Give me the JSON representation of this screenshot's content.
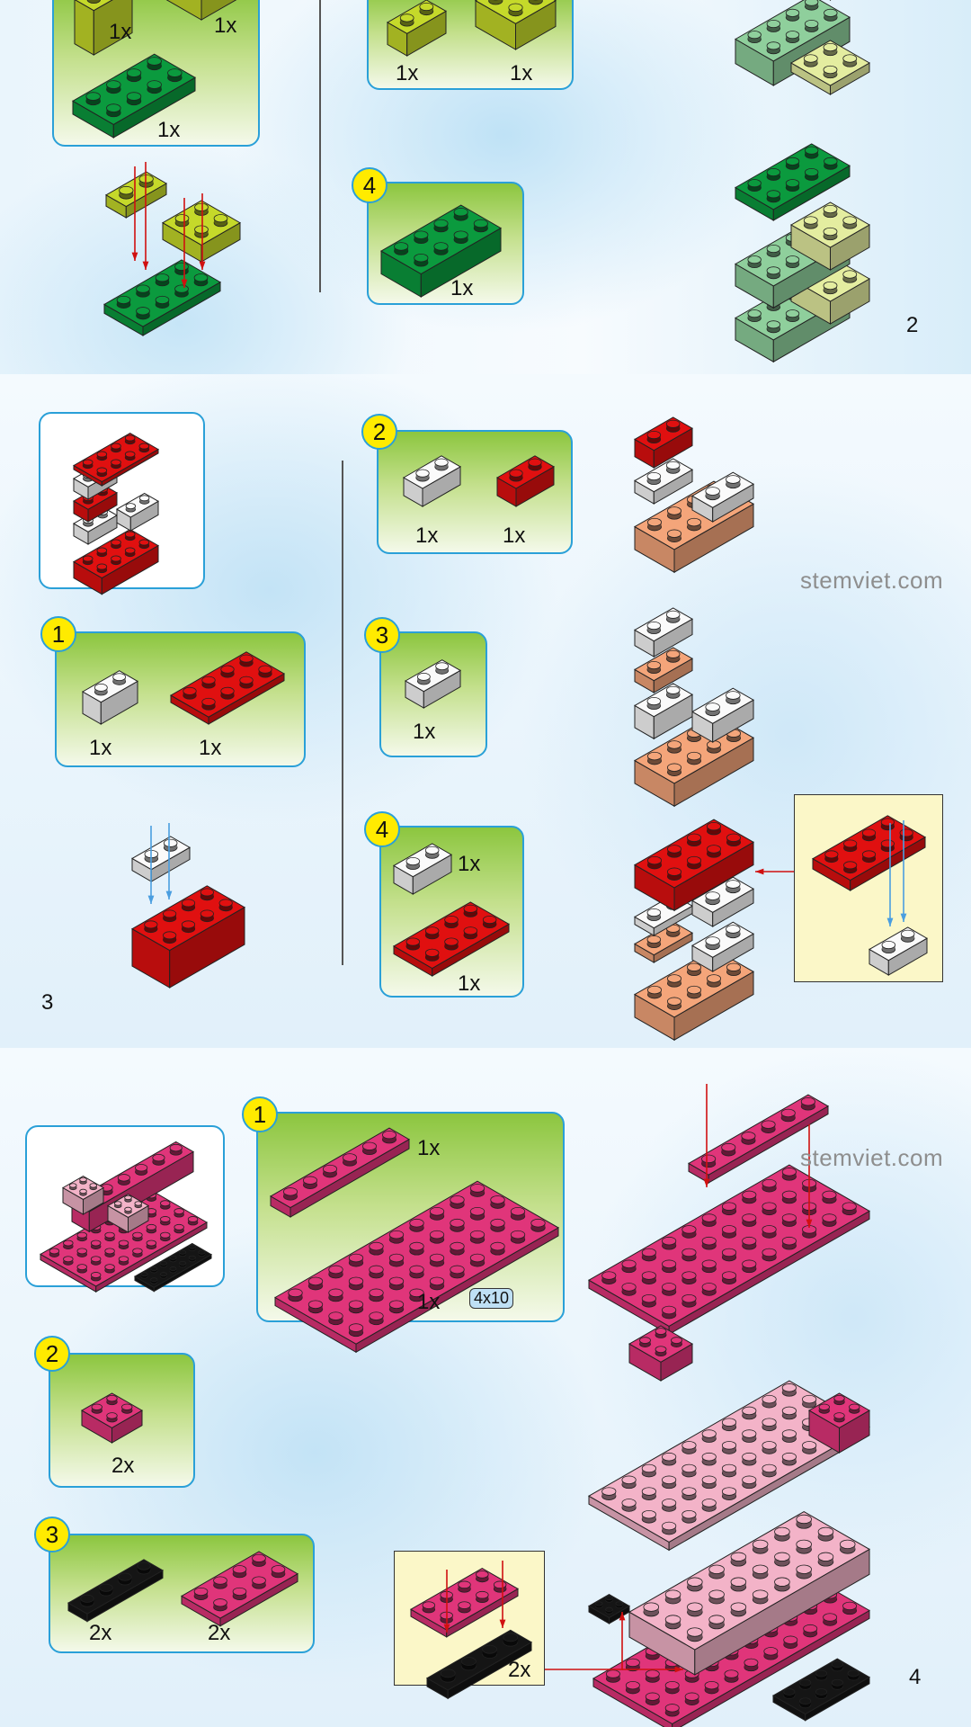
{
  "palette": {
    "green": "#0b9a3e",
    "lime": "#c5d92a",
    "palegreen": "#8fcf9c",
    "palelime": "#e4eda0",
    "red": "#e01010",
    "white": "#fafafa",
    "salmon": "#f4a57a",
    "pink": "#e0357a",
    "lightpink": "#f3b3c8",
    "black": "#151515",
    "accent_border": "#2aa0d8",
    "step_badge": "#ffeb00"
  },
  "page1": {
    "page_number": "2",
    "boxA": {
      "labels": [
        "1x",
        "1x",
        "1x"
      ]
    },
    "boxB": {
      "labels": [
        "1x",
        "1x"
      ]
    },
    "step4": {
      "number": "4",
      "label": "1x"
    }
  },
  "page2": {
    "page_number": "3",
    "watermark": "stemviet.com",
    "step1": {
      "number": "1",
      "labels": [
        "1x",
        "1x"
      ]
    },
    "step2": {
      "number": "2",
      "labels": [
        "1x",
        "1x"
      ]
    },
    "step3": {
      "number": "3",
      "label": "1x"
    },
    "step4": {
      "number": "4",
      "labels": [
        "1x",
        "1x"
      ]
    }
  },
  "page3": {
    "page_number": "4",
    "watermark": "stemviet.com",
    "step1": {
      "number": "1",
      "labels": [
        "1x",
        "1x"
      ],
      "size_callout": "4x10"
    },
    "step2": {
      "number": "2",
      "label": "2x"
    },
    "step3": {
      "number": "3",
      "labels": [
        "2x",
        "2x"
      ]
    },
    "inset": {
      "label": "2x"
    }
  }
}
